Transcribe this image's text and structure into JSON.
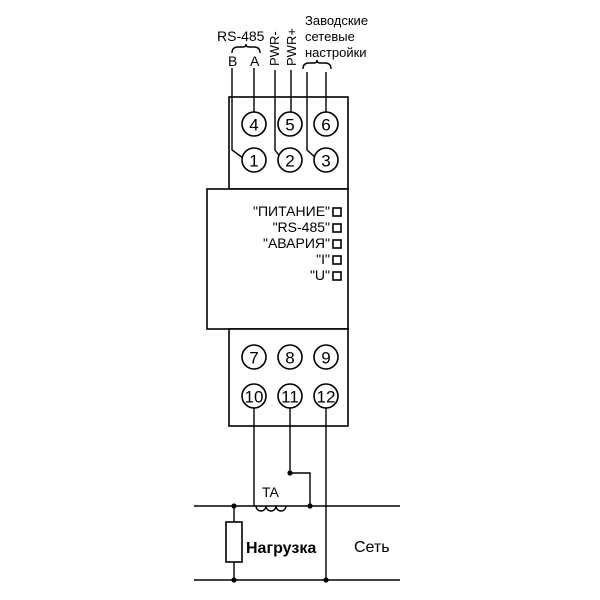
{
  "terminals_top": [
    "4",
    "5",
    "6",
    "1",
    "2",
    "3"
  ],
  "terminals_bottom": [
    "7",
    "8",
    "9",
    "10",
    "11",
    "12"
  ],
  "labels": {
    "rs485": "RS-485",
    "b": "B",
    "a": "A",
    "pwr_minus": "PWR-",
    "pwr_plus": "PWR+",
    "factory_line1": "Заводские",
    "factory_line2": "сетевые",
    "factory_line3": "настройки",
    "ta": "TA",
    "load": "Нагрузка",
    "grid": "Сеть"
  },
  "indicators": [
    "\"ПИТАНИЕ\"",
    "\"RS-485\"",
    "\"АВАРИЯ\"",
    "\"I\"",
    "\"U\""
  ]
}
